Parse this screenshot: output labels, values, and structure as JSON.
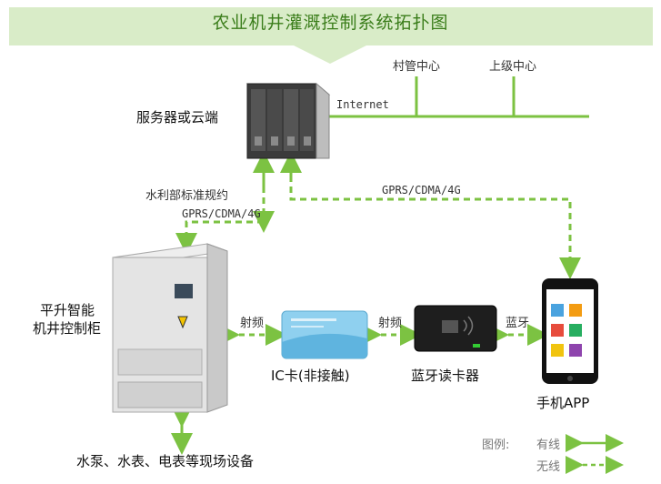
{
  "title": "农业机井灌溉控制系统拓扑图",
  "nodes": {
    "server": "服务器或云端",
    "village": "村管中心",
    "superior": "上级中心",
    "cabinet_line1": "平升智能",
    "cabinet_line2": "机井控制柜",
    "card": "IC卡(非接触)",
    "reader": "蓝牙读卡器",
    "phone": "手机APP",
    "devices": "水泵、水表、电表等现场设备"
  },
  "links": {
    "internet": "Internet",
    "protocol": "水利部标准规约",
    "gprs_left": "GPRS/CDMA/4G",
    "gprs_right": "GPRS/CDMA/4G",
    "rf1": "射频",
    "rf2": "射频",
    "bluetooth": "蓝牙"
  },
  "legend": {
    "title": "图例:",
    "wired": "有线",
    "wireless": "无线"
  },
  "colors": {
    "accent": "#7cc242",
    "banner": "#d9ecc8",
    "title": "#3a7d1a"
  }
}
